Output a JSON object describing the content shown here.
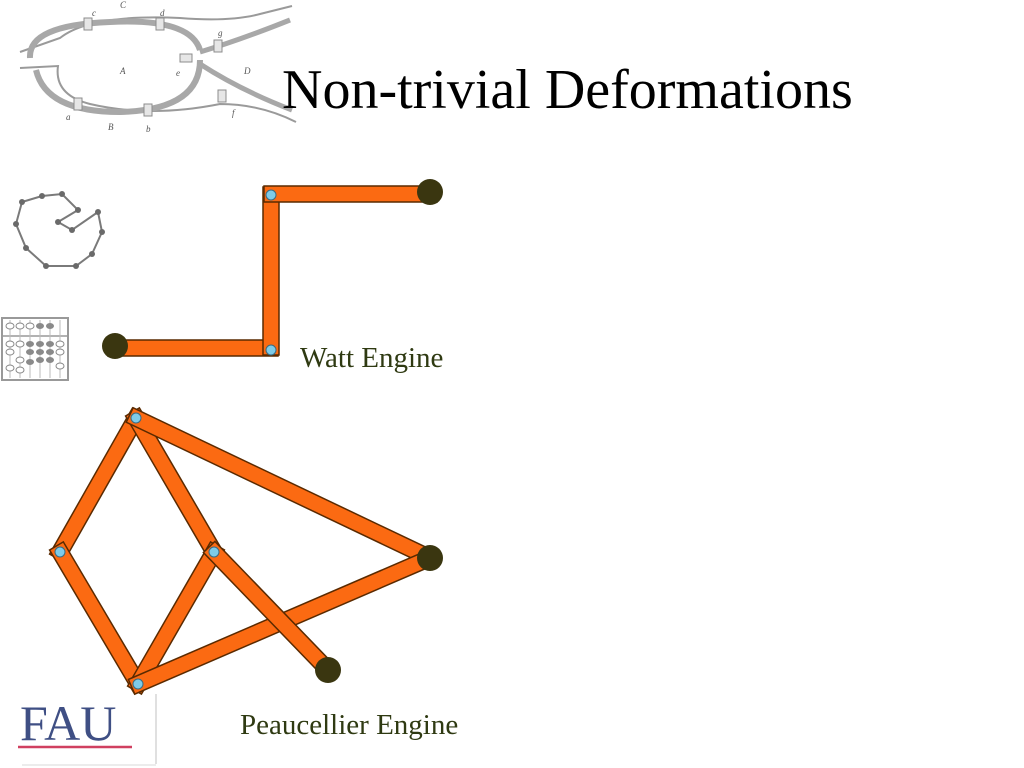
{
  "title": "Non-trivial Deformations",
  "watt": {
    "caption": "Watt Engine"
  },
  "peaucellier": {
    "caption": "Peaucellier Engine"
  },
  "konigsberg": {
    "labels": [
      "c",
      "C",
      "d",
      "g",
      "A",
      "e",
      "D",
      "a",
      "B",
      "b",
      "f"
    ]
  },
  "logo": {
    "text": "FAU"
  },
  "colors": {
    "bar": "#fb6a12",
    "bar_edge": "#5a2a00",
    "joint": "#7ecbe8",
    "pivot": "#3a3610",
    "caption": "#2f3a12"
  }
}
